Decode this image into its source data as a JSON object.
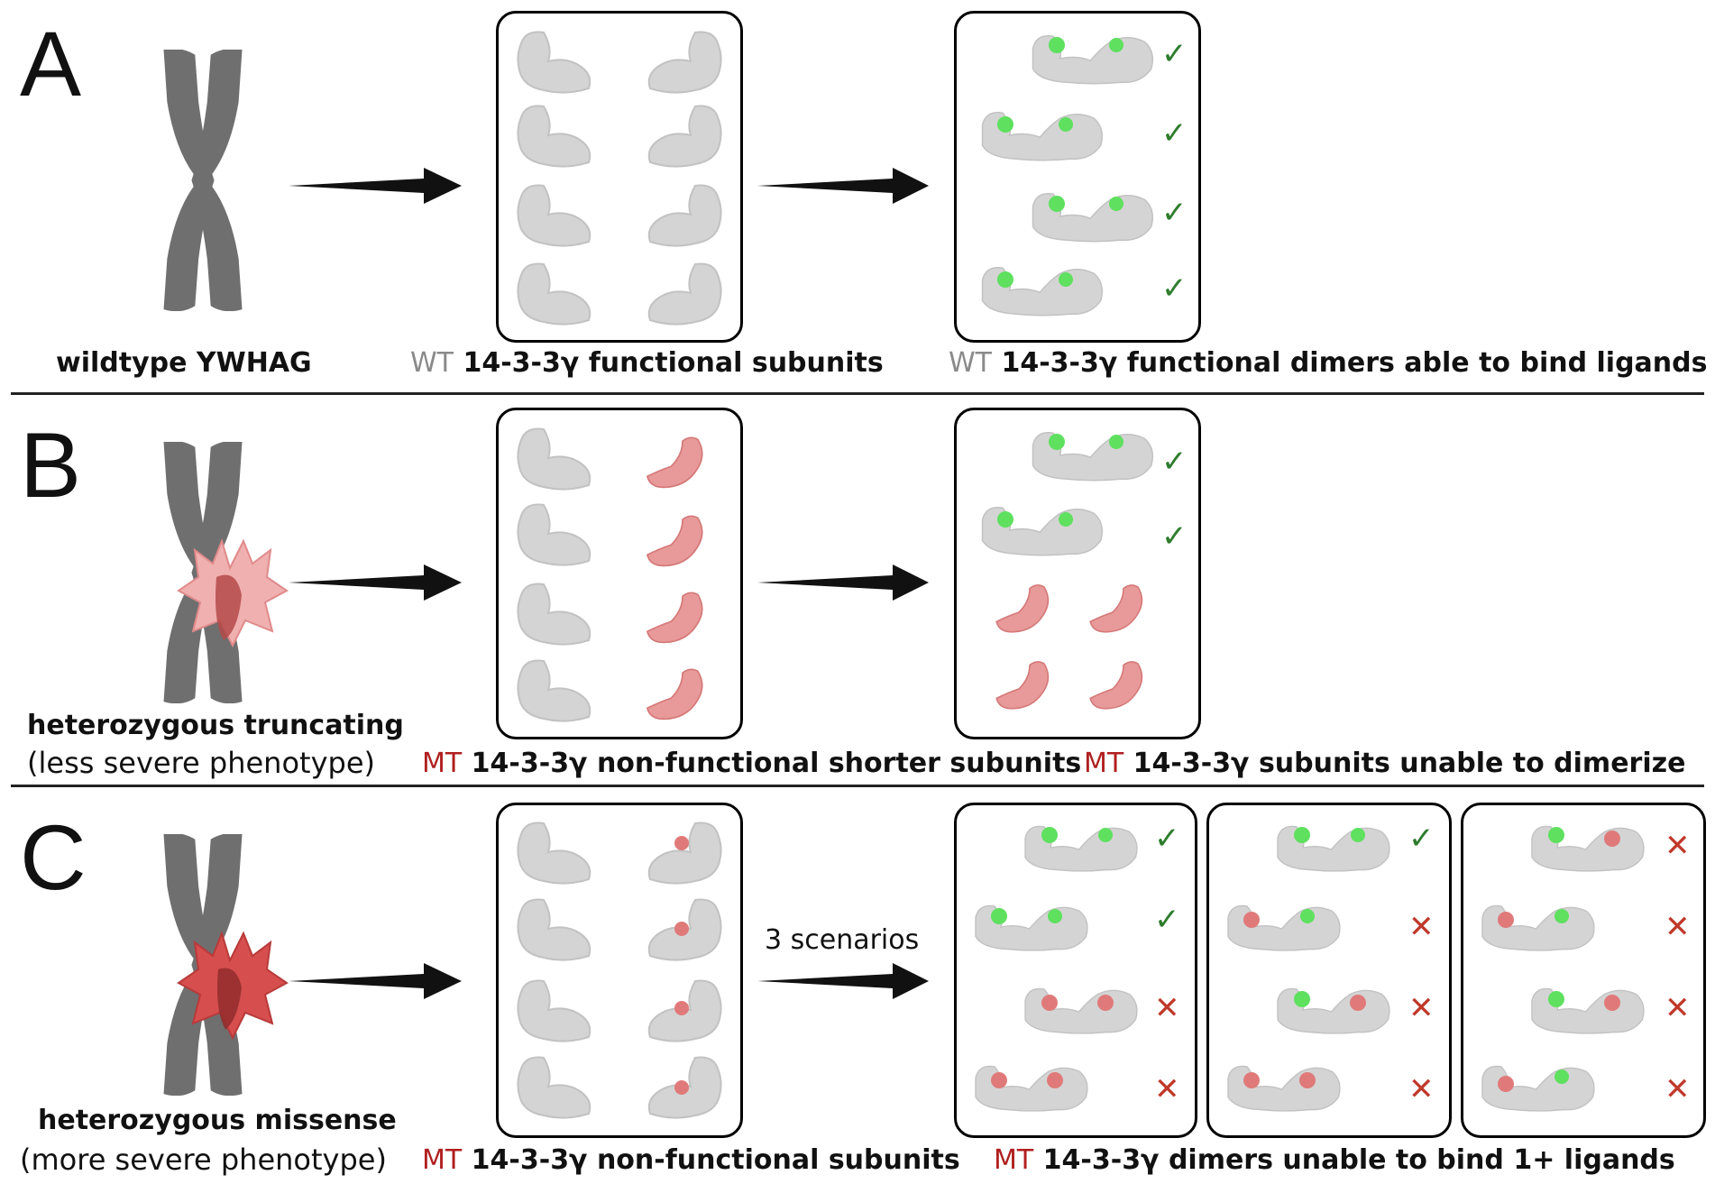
{
  "panels": {
    "a": {
      "letter": "A",
      "gene_label": "wildtype YWHAG",
      "caption1_tag": "WT",
      "caption1_text": " 14-3-3γ functional subunits",
      "caption2_tag": "WT",
      "caption2_text": " 14-3-3γ functional dimers able to bind ligands"
    },
    "b": {
      "letter": "B",
      "gene_label": "heterozygous truncating",
      "phenotype": "(less severe phenotype)",
      "caption1_tag": "MT",
      "caption1_text": " 14-3-3γ non-functional shorter subunits",
      "caption2_tag": "MT",
      "caption2_text": " 14-3-3γ subunits unable to dimerize"
    },
    "c": {
      "letter": "C",
      "gene_label": "heterozygous missense",
      "phenotype": "(more severe phenotype)",
      "caption1_tag": "MT",
      "caption1_text": " 14-3-3γ non-functional subunits",
      "arrow_label": "3 scenarios",
      "caption2_tag": "MT",
      "caption2_text": " 14-3-3γ dimers unable to bind 1+  ligands"
    }
  },
  "symbols": {
    "check": "✓",
    "cross": "✕"
  },
  "colors": {
    "wt_tag": "#8a8a8a",
    "mt_tag": "#b01f1f",
    "binding_site": "#5fe05f",
    "mutant_subunit": "#e89a9a",
    "check": "#2e7d2e",
    "cross": "#c0392b"
  }
}
